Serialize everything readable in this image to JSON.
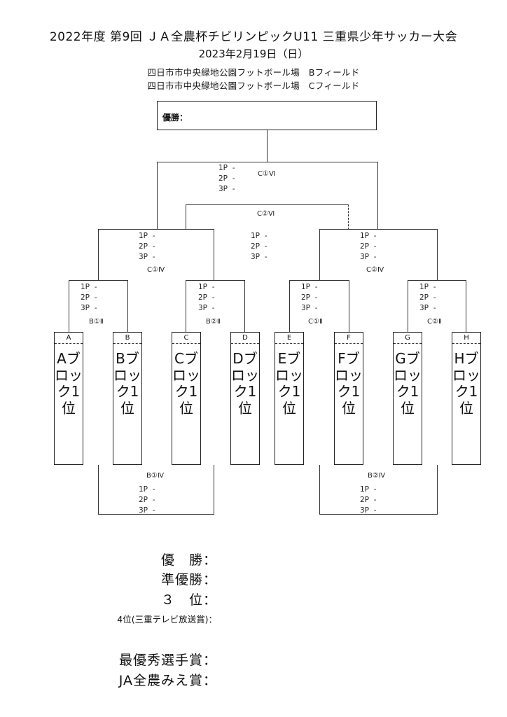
{
  "header": {
    "title": "2022年度 第9回 ＪＡ全農杯チビリンピックU11 三重県少年サッカー大会",
    "date": "2023年2月19日（日）",
    "venues": [
      "四日市市中央緑地公園フットボール場　Bフィールド",
      "四日市市中央緑地公園フットボール場　Cフィールド"
    ]
  },
  "champion_box": {
    "label": "優勝："
  },
  "matches": {
    "final": {
      "label": "C①Ⅵ",
      "score": "1P  -\n2P  -\n3P  -"
    },
    "third": {
      "label": "C②Ⅵ",
      "score": "1P  -\n2P  -\n3P  -"
    },
    "semi1": {
      "label": "C①Ⅳ",
      "score": "1P  -\n2P  -\n3P  -"
    },
    "semi2": {
      "label": "C②Ⅳ",
      "score": "1P  -\n2P  -\n3P  -"
    },
    "qf1": {
      "label": "B①Ⅱ",
      "score": "1P  -\n2P  -\n3P  -"
    },
    "qf2": {
      "label": "B②Ⅱ",
      "score": "1P  -\n2P  -\n3P  -"
    },
    "qf3": {
      "label": "C①Ⅱ",
      "score": "1P  -\n2P  -\n3P  -"
    },
    "qf4": {
      "label": "C②Ⅱ",
      "score": "1P  -\n2P  -\n3P  -"
    },
    "bottom1": {
      "label": "B①Ⅳ",
      "score": "1P  -\n2P  -\n3P  -"
    },
    "bottom2": {
      "label": "B②Ⅳ",
      "score": "1P  -\n2P  -\n3P  -"
    }
  },
  "blocks": [
    {
      "letter": "A",
      "name": "Aブロック1位"
    },
    {
      "letter": "B",
      "name": "Bブロック1位"
    },
    {
      "letter": "C",
      "name": "Cブロック1位"
    },
    {
      "letter": "D",
      "name": "Dブロック1位"
    },
    {
      "letter": "E",
      "name": "Eブロック1位"
    },
    {
      "letter": "F",
      "name": "Fブロック1位"
    },
    {
      "letter": "G",
      "name": "Gブロック1位"
    },
    {
      "letter": "H",
      "name": "Hブロック1位"
    }
  ],
  "results": {
    "winner": "優　勝：",
    "runner_up": "準優勝：",
    "third": "３　位：",
    "fourth": "4位(三重テレビ放送賞)：",
    "mvp": "最優秀選手賞：",
    "ja_award": "JA全農みえ賞："
  }
}
